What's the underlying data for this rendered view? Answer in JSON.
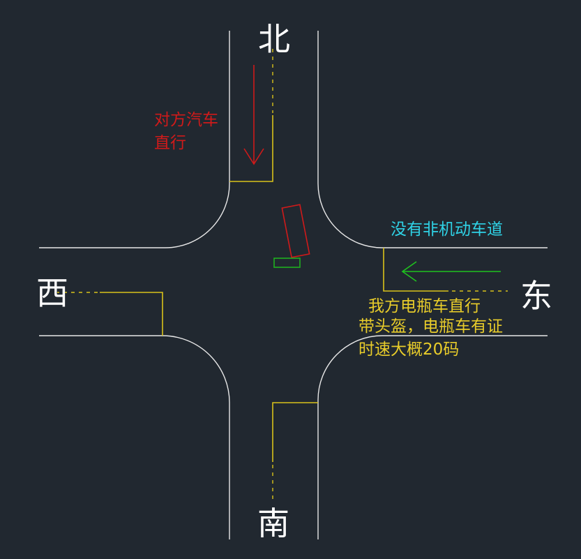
{
  "directions": {
    "north": "北",
    "south": "南",
    "west": "西",
    "east": "东"
  },
  "car_note": [
    "对方汽车",
    "直行"
  ],
  "no_bike_lane_note": "没有非机动车道",
  "ebike_note": [
    "我方电瓶车直行",
    "带头盔，电瓶车有证",
    "时速大概20码"
  ],
  "colors": {
    "background": "#212830",
    "road_edge": "#e8e8e8",
    "stop_line": "#d9c21a",
    "car": "#d01a1a",
    "ebike": "#1fb01f",
    "red_text": "#d01a1a",
    "cyan_text": "#2fd2e6",
    "yellow_text": "#e8cc2a"
  }
}
